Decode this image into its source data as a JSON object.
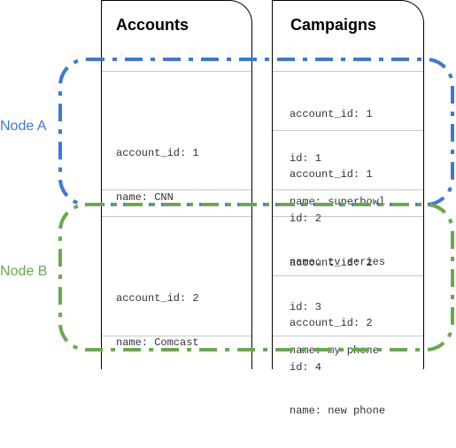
{
  "accounts": {
    "title": "Accounts",
    "records": [
      {
        "lines": [
          "account_id: 1",
          "name: CNN"
        ]
      },
      {
        "lines": [
          "account_id: 2",
          "name: Comcast"
        ]
      }
    ]
  },
  "campaigns": {
    "title": "Campaigns",
    "records": [
      {
        "lines": [
          "account_id: 1",
          "id: 1",
          "name: superbowl"
        ]
      },
      {
        "lines": [
          "account_id: 1",
          "id: 2",
          "name: tv series"
        ]
      },
      {
        "lines": [
          "account_id: 2",
          "id: 3",
          "name: my phone"
        ]
      },
      {
        "lines": [
          "account_id: 2",
          "id: 4",
          "name: new phone"
        ]
      }
    ]
  },
  "nodes": [
    {
      "label": "Node A",
      "color": "#3c78d8"
    },
    {
      "label": "Node B",
      "color": "#6aa84f"
    }
  ]
}
